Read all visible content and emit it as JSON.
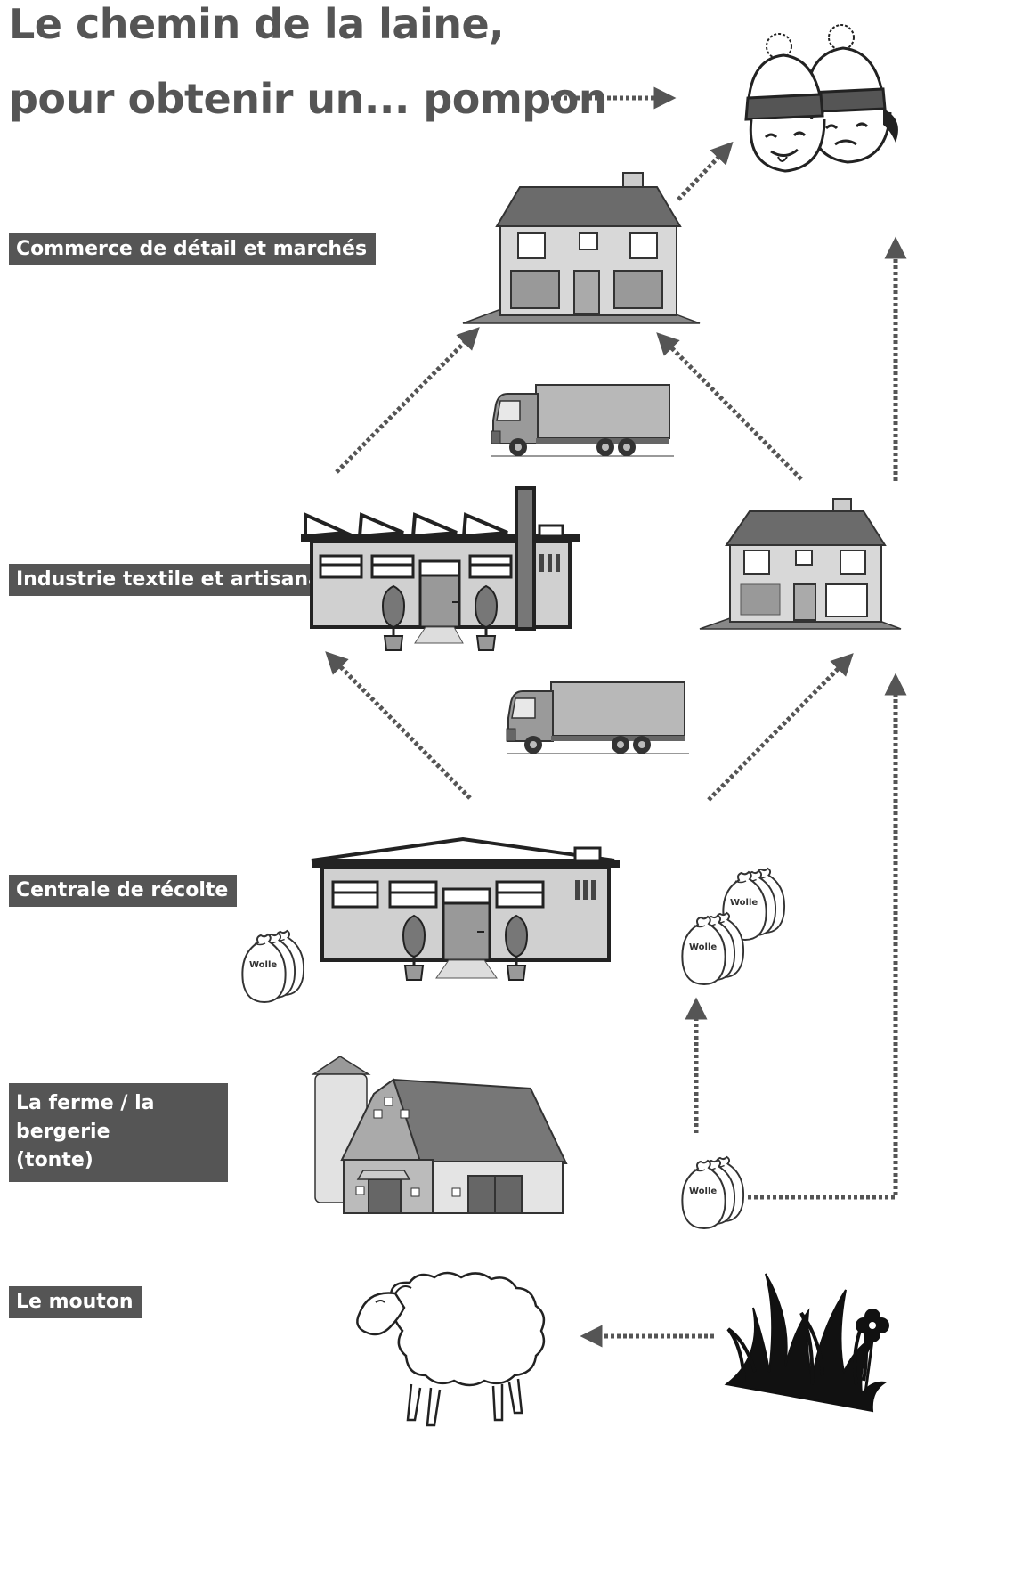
{
  "title": {
    "line1": "Le chemin de la laine,",
    "line2": "pour obtenir un... pompon"
  },
  "stages": {
    "retail": "Commerce de détail et marchés",
    "industry": "Industrie textile et artisanat",
    "collection": "Centrale de récolte",
    "farm_line1": "La ferme / la bergerie",
    "farm_line2": "(tonte)",
    "sheep": "Le mouton"
  },
  "sack_text": "Wolle",
  "icons": [
    "children-with-pompom-hats-icon",
    "shop-building-icon",
    "delivery-truck-icon",
    "textile-factory-icon",
    "small-shop-icon",
    "collection-warehouse-icon",
    "wool-sack-icon",
    "barn-with-silo-icon",
    "sheep-icon",
    "grass-plants-icon"
  ],
  "colors": {
    "label_bg": "#555555",
    "title_text": "#555555",
    "arrow": "#555555",
    "building_fill": "#cfcfcf",
    "roof": "#6b6b6b"
  }
}
